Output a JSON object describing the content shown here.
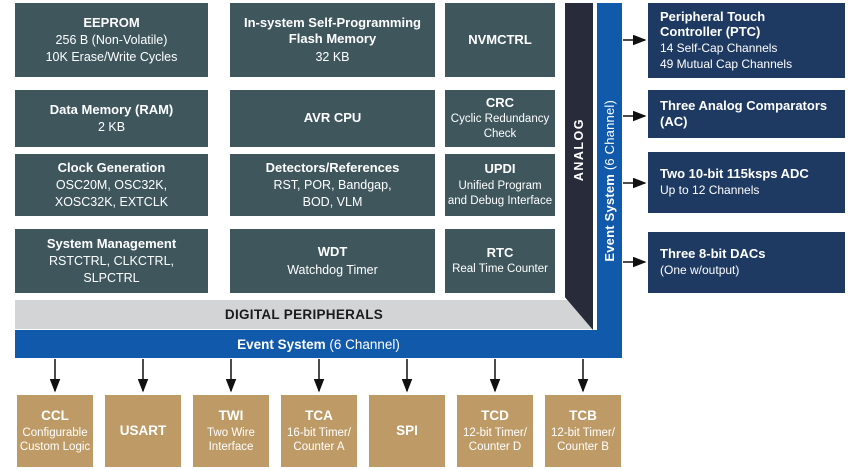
{
  "colors": {
    "teal_block": "#3e565c",
    "navy_block": "#1e3a63",
    "analog_bar": "#282c3a",
    "event_blue": "#1159ab",
    "digital_gray": "#d3d4d6",
    "peripheral_tan": "#be9b66",
    "arrow": "#111111"
  },
  "blocks": {
    "memory_left": [
      {
        "title": "EEPROM",
        "body": "256 B (Non-Volatile)\n10K Erase/Write Cycles"
      },
      {
        "title": "Data Memory (RAM)",
        "body": "2 KB"
      },
      {
        "title": "Clock Generation",
        "body": "OSC20M, OSC32K,\nXOSC32K, EXTCLK"
      },
      {
        "title": "System Management",
        "body": "RSTCTRL, CLKCTRL,\nSLPCTRL"
      }
    ],
    "cpu_middle": [
      {
        "title": "In-system Self-Programming\nFlash Memory",
        "body": "32 KB"
      },
      {
        "title": "AVR CPU"
      },
      {
        "title": "Detectors/References",
        "body": "RST, POR, Bandgap,\nBOD, VLM"
      },
      {
        "title": "WDT",
        "body": "Watchdog Timer"
      }
    ],
    "system_inner": [
      {
        "title": "NVMCTRL"
      },
      {
        "title": "CRC",
        "body": "Cyclic Redundancy\nCheck"
      },
      {
        "title": "UPDI",
        "body": "Unified Program\nand Debug Interface"
      },
      {
        "title": "RTC",
        "body": "Real Time Counter"
      }
    ],
    "analog_right": [
      {
        "title": "Peripheral Touch\nController (PTC)",
        "body": "14 Self-Cap Channels\n49 Mutual Cap Channels"
      },
      {
        "title": "Three Analog Comparators\n(AC)"
      },
      {
        "title": "Two 10-bit 115ksps ADC",
        "body": "Up to 12 Channels"
      },
      {
        "title": "Three 8-bit DACs",
        "body": "(One w/output)"
      }
    ],
    "digital_bottom": [
      {
        "title": "CCL",
        "body": "Configurable\nCustom Logic"
      },
      {
        "title": "USART"
      },
      {
        "title": "TWI",
        "body": "Two Wire\nInterface"
      },
      {
        "title": "TCA",
        "body": "16-bit Timer/\nCounter A"
      },
      {
        "title": "SPI"
      },
      {
        "title": "TCD",
        "body": "12-bit Timer/\nCounter D"
      },
      {
        "title": "TCB",
        "body": "12-bit Timer/\nCounter B"
      }
    ]
  },
  "bars": {
    "analog": {
      "label": "ANALOG"
    },
    "event_system_vertical": {
      "name": "Event System",
      "detail": " (6 Channel)"
    },
    "digital_peripherals": {
      "label": "DIGITAL PERIPHERALS"
    },
    "event_system_horizontal": {
      "name": "Event System",
      "detail": " (6 Channel)"
    }
  }
}
